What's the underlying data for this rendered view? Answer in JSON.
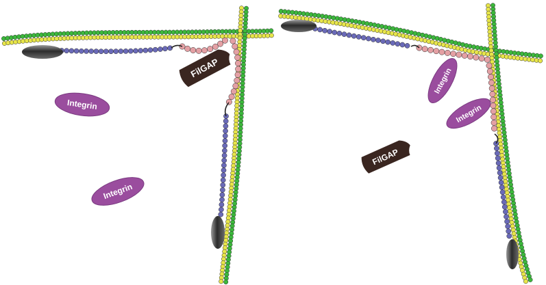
{
  "panels": [
    {
      "integrin_labels": [
        "Integrin",
        "Integrin"
      ],
      "filgap_label": "FilGAP"
    },
    {
      "integrin_labels": [
        "Integrin",
        "Integrin"
      ],
      "filgap_label": "FilGAP"
    }
  ],
  "colors": {
    "actin_green": "#3cb83c",
    "actin_yellow": "#e8e64a",
    "filamin_blue": "#6a6ab8",
    "filamin_pink": "#e4a0a4",
    "integrin": "#9a4d9e",
    "filgap": "#3a2620",
    "anchor_gray": "#555555"
  },
  "icons": {
    "anchor": "gray-ellipsoid-anchor",
    "integrin": "purple-ellipse",
    "filgap": "brown-curved-block"
  }
}
